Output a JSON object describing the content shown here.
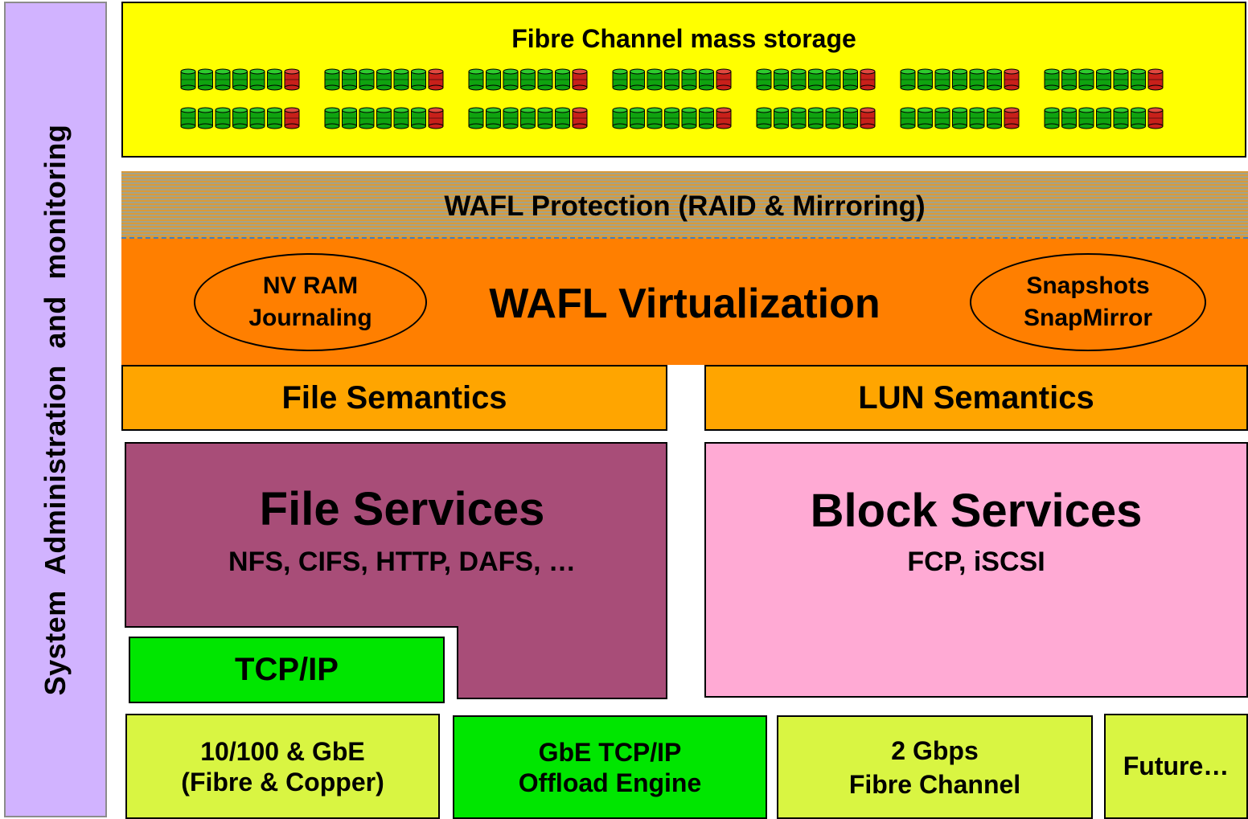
{
  "sidebar": {
    "label": "System  Administration and monitoring"
  },
  "storage": {
    "title": "Fibre Channel mass storage",
    "rows": 2,
    "groups_per_row": 7,
    "disks_per_group": 7,
    "colors": {
      "data_disk": "#0fa30f",
      "parity_disk": "#c8201a"
    }
  },
  "protection": {
    "label": "WAFL Protection (RAID & Mirroring)"
  },
  "virtualization": {
    "label": "WAFL Virtualization",
    "left_oval": {
      "line1": "NV RAM",
      "line2": "Journaling"
    },
    "right_oval": {
      "line1": "Snapshots",
      "line2": "SnapMirror"
    }
  },
  "semantics": {
    "file": "File Semantics",
    "lun": "LUN Semantics"
  },
  "file_services": {
    "title": "File Services",
    "protocols": "NFS, CIFS, HTTP, DAFS, …"
  },
  "block_services": {
    "title": "Block Services",
    "protocols": "FCP, iSCSI"
  },
  "tcpip": {
    "label": "TCP/IP"
  },
  "network": [
    {
      "line1": "10/100 & GbE",
      "line2": "(Fibre & Copper)"
    },
    {
      "line1": "GbE TCP/IP",
      "line2": "Offload Engine"
    },
    {
      "line1": "2 Gbps",
      "line2": "Fibre Channel"
    },
    {
      "line1": "Future…",
      "line2": ""
    }
  ],
  "colors": {
    "sidebar": "#d1b3ff",
    "storage": "#ffff00",
    "virtualization": "#ff7f00",
    "semantics": "#ffa500",
    "file_services": "#a84d78",
    "block_services": "#ffaad4",
    "green": "#00e600",
    "lime": "#d9f542"
  }
}
